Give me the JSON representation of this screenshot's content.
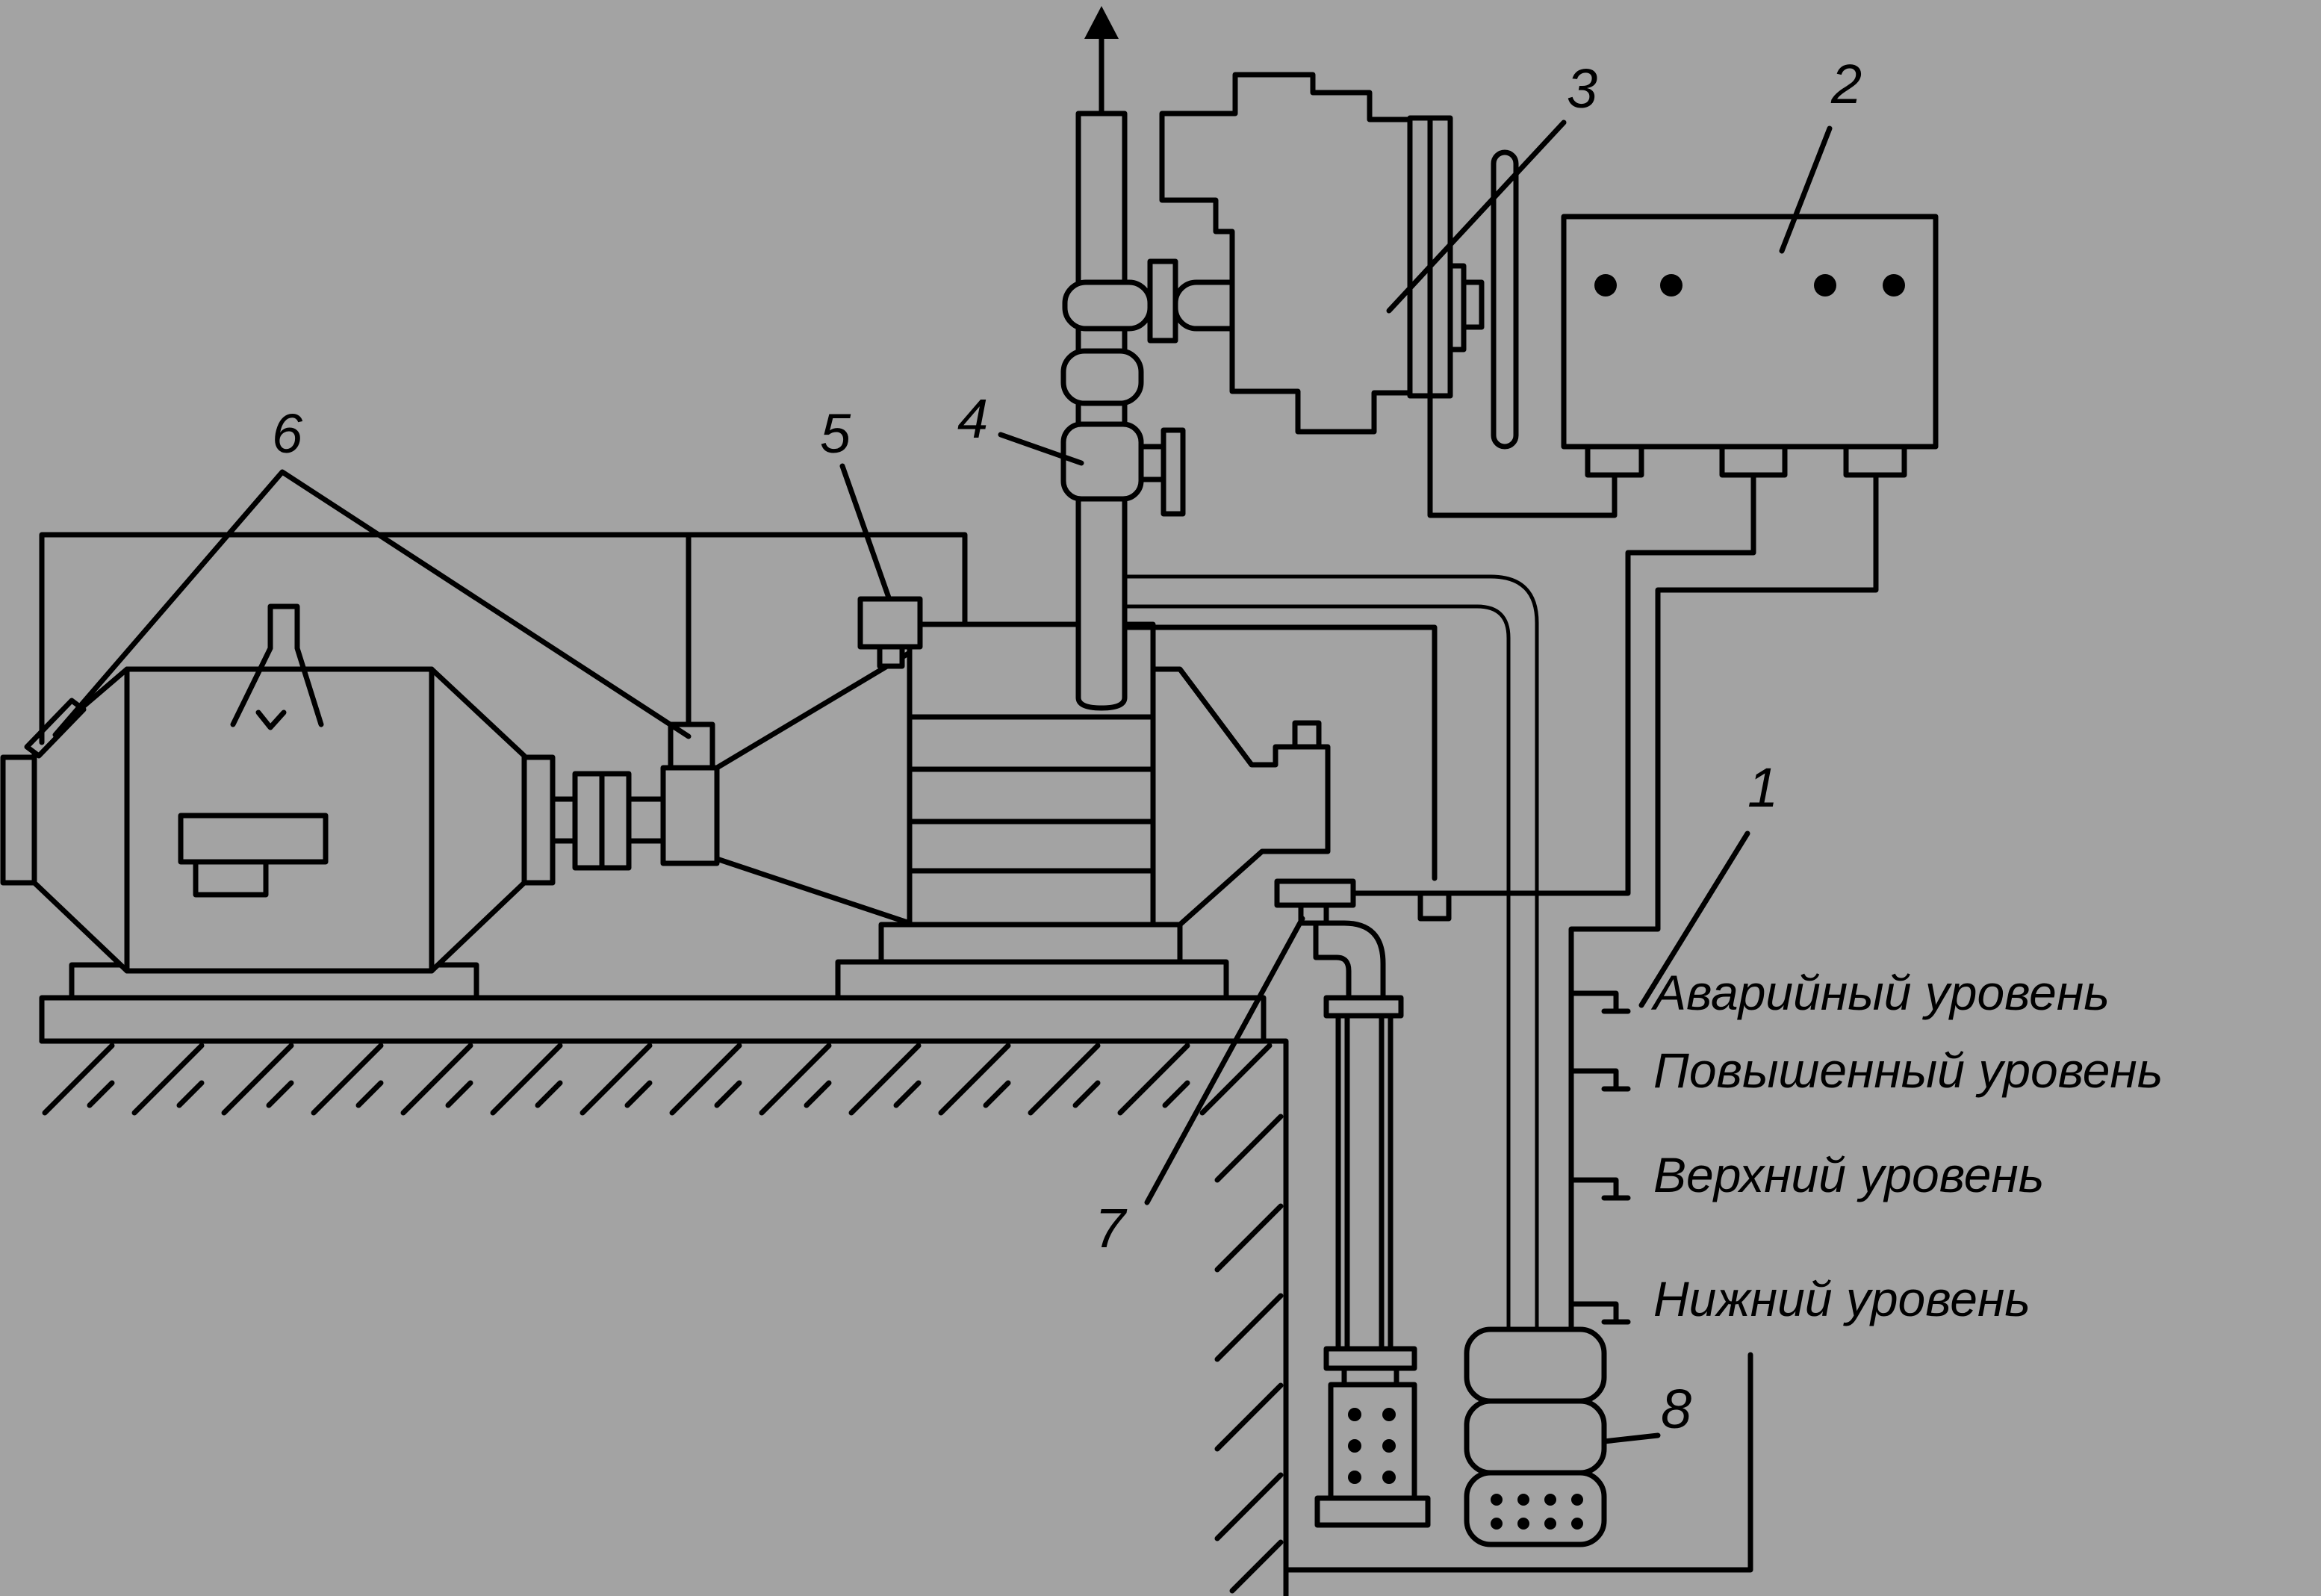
{
  "callouts": {
    "n1": "1",
    "n2": "2",
    "n3": "3",
    "n4": "4",
    "n5": "5",
    "n6": "6",
    "n7": "7",
    "n8": "8"
  },
  "levels": {
    "emergency": "Аварийный уровень",
    "raised": "Повышенный уровень",
    "upper": "Верхний уровень",
    "lower": "Нижний уровень"
  },
  "colors": {
    "background": "#a3a3a3",
    "ink": "#000000"
  }
}
